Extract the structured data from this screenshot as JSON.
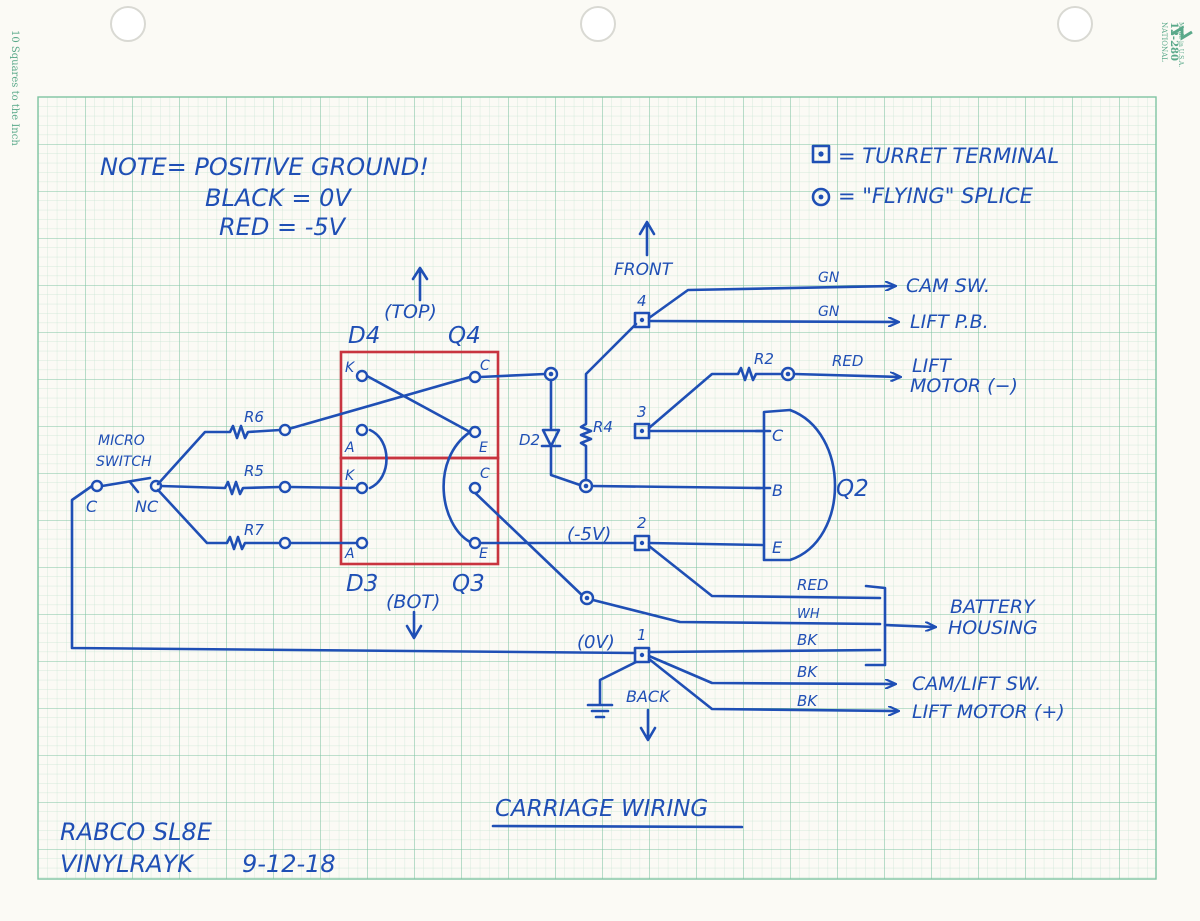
{
  "paper": {
    "margin_note": "10 Squares to the Inch",
    "brand_block": [
      "NATIONAL",
      "12-280",
      "Made in U.S.A."
    ]
  },
  "notes": {
    "line1": "NOTE= POSITIVE GROUND!",
    "line2": "BLACK = 0V",
    "line3": "RED = -5V"
  },
  "legend": {
    "turret": "= TURRET TERMINAL",
    "flying": "= \"FLYING\" SPLICE"
  },
  "directions": {
    "top": "(TOP)",
    "bot": "(BOT)",
    "front": "FRONT",
    "back": "BACK"
  },
  "components": {
    "d4": "D4",
    "q4": "Q4",
    "d3": "D3",
    "q3": "Q3",
    "q2": "Q2",
    "d2": "D2",
    "r2": "R2",
    "r4": "R4",
    "r5": "R5",
    "r6": "R6",
    "r7": "R7",
    "micro_switch_1": "MICRO",
    "micro_switch_2": "SWITCH",
    "pin_c": "C",
    "pin_nc": "NC",
    "pin_k": "K",
    "pin_a": "A",
    "pin_e": "E",
    "pin_b": "B"
  },
  "terminals": {
    "t1": "1",
    "t2": "2",
    "t3": "3",
    "t4": "4",
    "t1_label": "(0V)",
    "t2_label": "(-5V)"
  },
  "wires": {
    "gn": "GN",
    "red": "RED",
    "wh": "WH",
    "bk": "BK"
  },
  "destinations": {
    "cam_sw": "CAM SW.",
    "lift_pb": "LIFT P.B.",
    "lift_motor_neg_1": "LIFT",
    "lift_motor_neg_2": "MOTOR (−)",
    "battery_1": "BATTERY",
    "battery_2": "HOUSING",
    "cam_lift_sw": "CAM/LIFT SW.",
    "lift_motor_pos": "LIFT MOTOR (+)"
  },
  "title": "CARRIAGE WIRING",
  "footer": {
    "model": "RABCO SL8E",
    "author": "VINYLRAYK",
    "date": "9-12-18"
  },
  "colors": {
    "ink": "#1f4fb5",
    "red_ink": "#c8343f",
    "grid_minor": "#bfe0cc",
    "grid_major": "#7fc4a2",
    "paper": "#fbfaf5"
  }
}
